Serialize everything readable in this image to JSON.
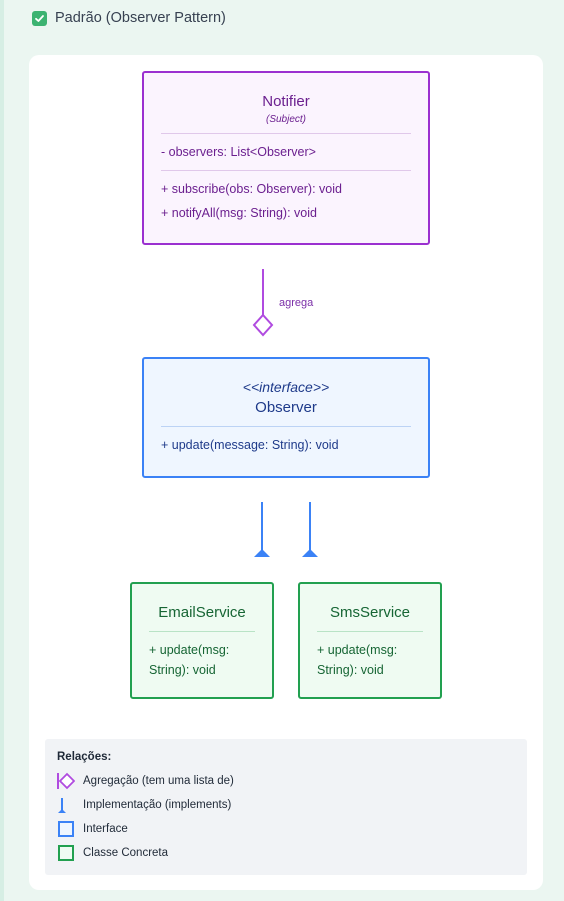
{
  "header": {
    "title": "Padrão (Observer Pattern)"
  },
  "diagram": {
    "notifier": {
      "name": "Notifier",
      "stereotype": "(Subject)",
      "attributes": [
        "- observers: List<Observer>"
      ],
      "methods": [
        "+ subscribe(obs: Observer): void",
        "+ notifyAll(msg: String): void"
      ]
    },
    "observer": {
      "stereotype": "<<interface>>",
      "name": "Observer",
      "methods": [
        "+ update(message: String): void"
      ]
    },
    "email": {
      "name": "EmailService",
      "methods": [
        "+ update(msg:",
        "String): void"
      ]
    },
    "sms": {
      "name": "SmsService",
      "methods": [
        "+ update(msg:",
        "String): void"
      ]
    },
    "aggregation_label": "agrega"
  },
  "legend": {
    "title": "Relações:",
    "items": [
      {
        "label": "Agregação (tem uma lista de)",
        "icon": "aggregation-diamond-icon",
        "color": "#b04be0"
      },
      {
        "label": "Implementação (implements)",
        "icon": "implementation-arrow-icon",
        "color": "#3b82f6"
      },
      {
        "label": "Interface",
        "icon": "interface-square-icon",
        "color": "#3b82f6"
      },
      {
        "label": "Classe Concreta",
        "icon": "concrete-class-square-icon",
        "color": "#22a050"
      }
    ]
  },
  "colors": {
    "subject": "#9b30d0",
    "interface": "#3b82f6",
    "concrete": "#22a050"
  }
}
